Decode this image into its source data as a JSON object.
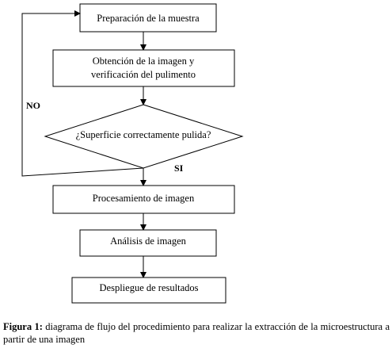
{
  "diagram": {
    "nodes": {
      "step1": {
        "lines": [
          "Preparación de la muestra"
        ]
      },
      "step2": {
        "lines": [
          "Obtención de la imagen y",
          "verificación del pulimento"
        ]
      },
      "decision": {
        "lines": [
          "¿Superficie correctamente pulida?"
        ]
      },
      "step3": {
        "lines": [
          "Procesamiento de imagen"
        ]
      },
      "step4": {
        "lines": [
          "Análisis de imagen"
        ]
      },
      "step5": {
        "lines": [
          "Despliegue de resultados"
        ]
      }
    },
    "edge_labels": {
      "no": "NO",
      "yes": "SI"
    }
  },
  "caption": {
    "label": "Figura 1:",
    "text": "diagrama de flujo del procedimiento para realizar la extracción de la microestructura a partir de una imagen"
  }
}
